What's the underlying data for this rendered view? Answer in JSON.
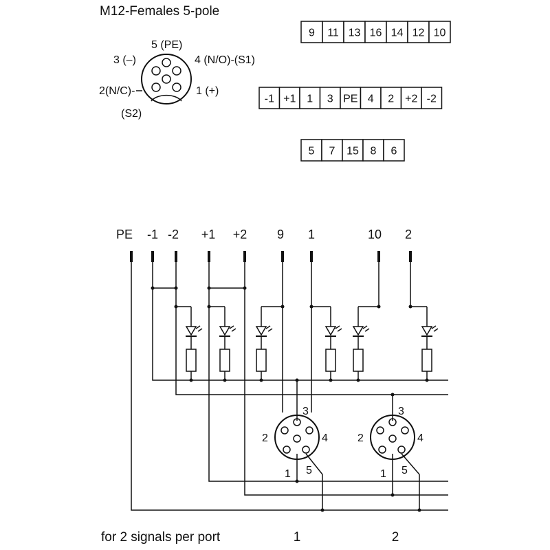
{
  "header": {
    "title": "M12-Females 5-pole",
    "pin_labels": {
      "pe": "5 (PE)",
      "p3": "3 (–)",
      "p4": "4 (N/O)-(S1)",
      "p2": "2(N/C)-",
      "s2": "(S2)",
      "p1": "1 (+)"
    }
  },
  "terminal_rows": [
    [
      "9",
      "11",
      "13",
      "16",
      "14",
      "12",
      "10"
    ],
    [
      "-1",
      "+1",
      "1",
      "3",
      "PE",
      "4",
      "2",
      "+2",
      "-2"
    ],
    [
      "5",
      "7",
      "15",
      "8",
      "6"
    ]
  ],
  "wire_labels": [
    "PE",
    "-1",
    "-2",
    "+1",
    "+2",
    "9",
    "1",
    "10",
    "2"
  ],
  "connector_pins": {
    "p1": "1",
    "p2": "2",
    "p3": "3",
    "p4": "4",
    "p5": "5"
  },
  "footer": {
    "caption": "for 2 signals per port",
    "port1": "1",
    "port2": "2"
  }
}
